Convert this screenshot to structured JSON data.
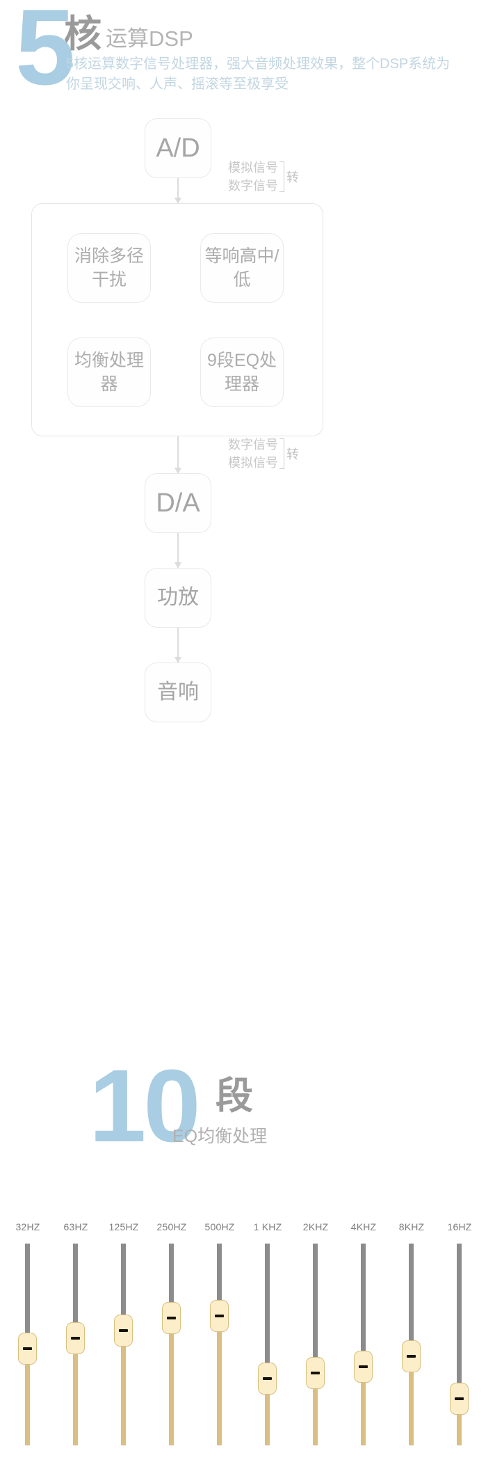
{
  "header": {
    "big_number": "5",
    "kanji": "核",
    "subtitle": "运算DSP",
    "description": "5核运算数字信号处理器，强大音频处理效果，整个DSP系统为你呈现交响、人声、摇滚等至极享受",
    "accent_color": "#a9cde2",
    "kanji_color": "#9a9a9a",
    "desc_color": "#c2d6e2"
  },
  "flow": {
    "nodes": {
      "ad": "A/D",
      "da": "D/A",
      "amp": "功放",
      "speaker": "音响"
    },
    "processors": [
      {
        "label": "消除多径干扰"
      },
      {
        "label": "等响高中/低"
      },
      {
        "label": "均衡处理器"
      },
      {
        "label": "9段EQ处理器"
      }
    ],
    "conversions": [
      {
        "from": "模拟信号",
        "to": "数字信号",
        "suffix": "转"
      },
      {
        "from": "数字信号",
        "to": "模拟信号",
        "suffix": "转"
      }
    ],
    "line_color": "#dcdcdc",
    "box_border": "#e9e9e9"
  },
  "eq_header": {
    "big_number": "10",
    "kanji": "段",
    "subtitle": "EQ均衡处理"
  },
  "chart_data": {
    "type": "bar",
    "title": "EQ均衡处理",
    "xlabel": "",
    "ylabel": "",
    "categories": [
      "32HZ",
      "63HZ",
      "125HZ",
      "250HZ",
      "500HZ",
      "1 KHZ",
      "2KHZ",
      "4KHZ",
      "8KHZ",
      "16HZ"
    ],
    "values": [
      52,
      47,
      43,
      37,
      36,
      67,
      64,
      61,
      56,
      77
    ],
    "value_meaning": "knob-center position as percent from top of the 290px track (0 = max boost, 100 = max cut)",
    "ylim": [
      0,
      100
    ],
    "grid": false,
    "legend": null,
    "track_upper_color": "#8c8c8c",
    "track_lower_color": "#d9bf82",
    "knob_fill": "#fbeec9",
    "knob_border": "#d9bf82",
    "label_color": "#7d7d7d"
  }
}
